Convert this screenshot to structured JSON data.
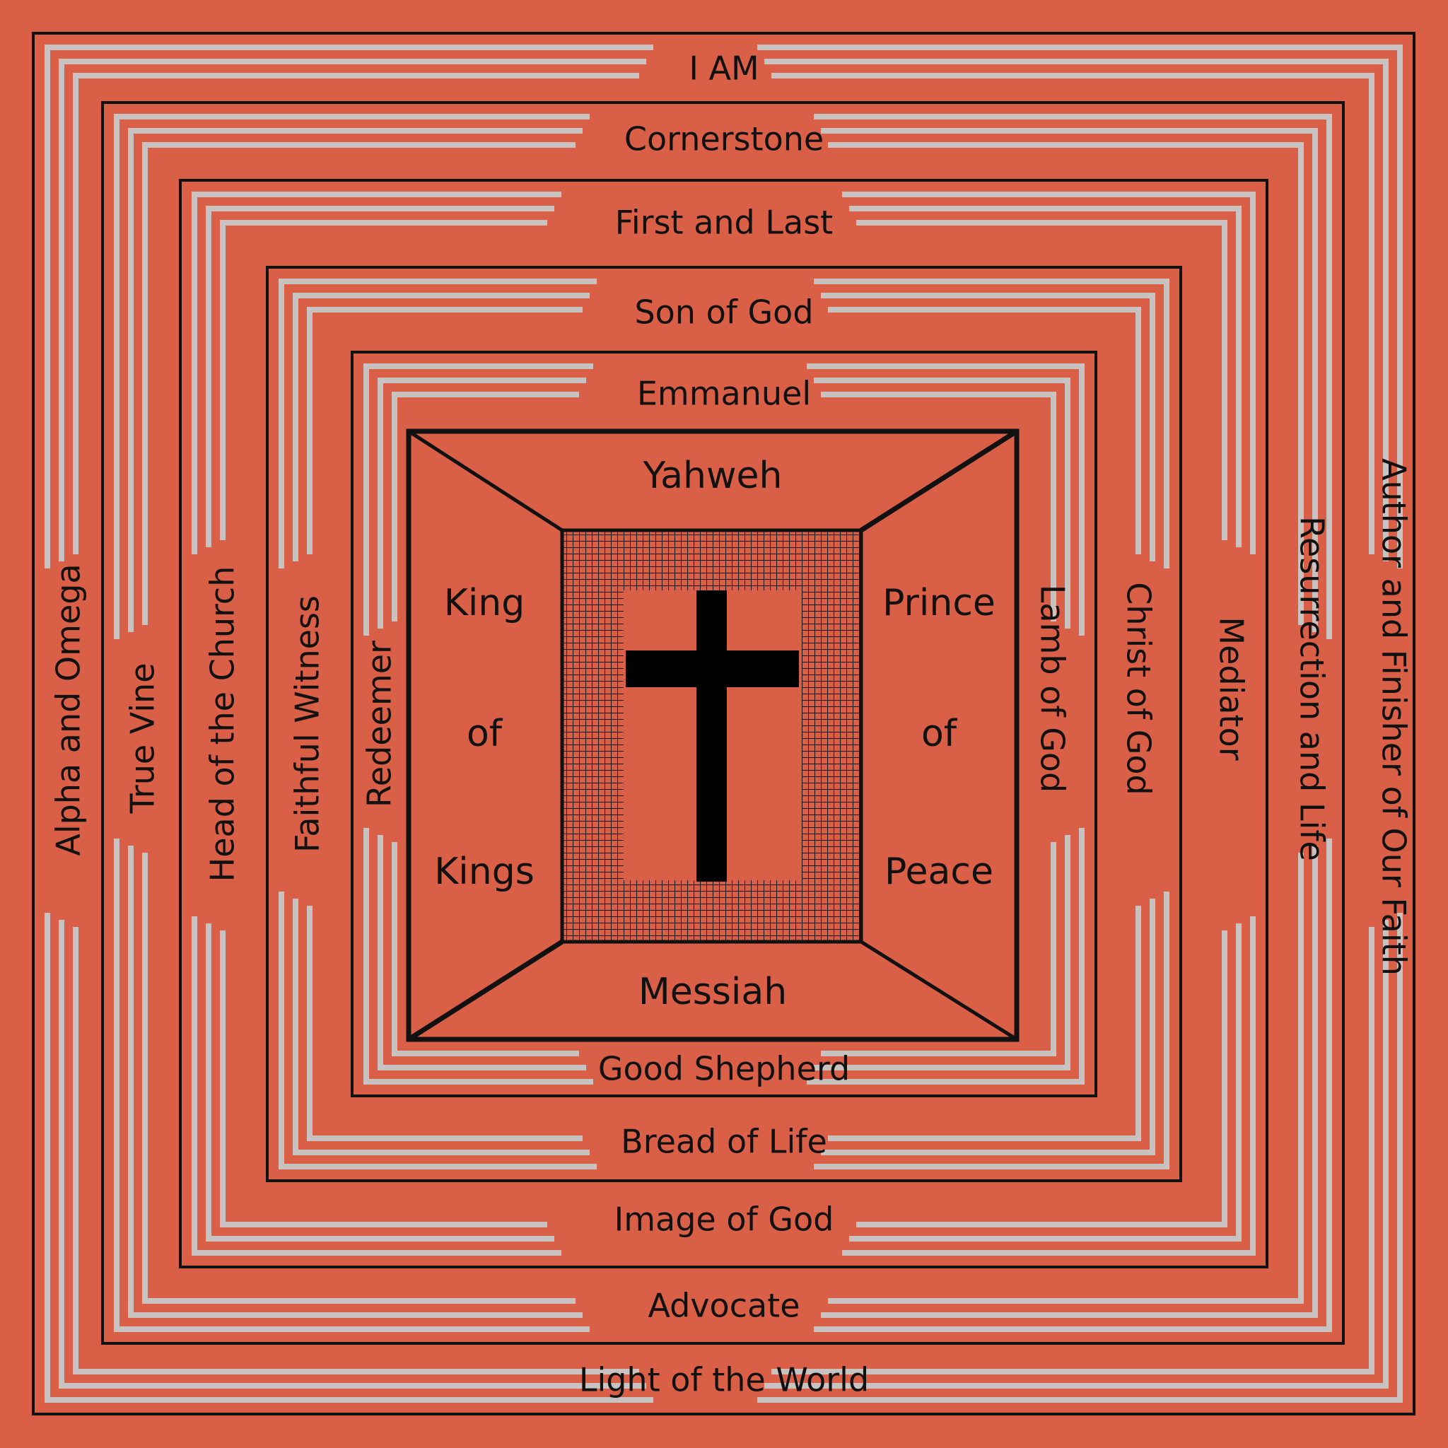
{
  "colors": {
    "background": "#d95f47",
    "stripe": "#c8c3c0",
    "line": "#111111",
    "cross": "#000000"
  },
  "rings": [
    {
      "top": "I AM",
      "bottom": "Light of the World",
      "left": "Alpha and Omega",
      "right": "Author and Finisher of Our Faith"
    },
    {
      "top": "Cornerstone",
      "bottom": "Advocate",
      "left": "True Vine",
      "right": "Resurrection and Life"
    },
    {
      "top": "First and Last",
      "bottom": "Image of God",
      "left": "Head of the Church",
      "right": "Mediator"
    },
    {
      "top": "Son of God",
      "bottom": "Bread of Life",
      "left": "Faithful Witness",
      "right": "Christ of God"
    },
    {
      "top": "Emmanuel",
      "bottom": "Good Shepherd",
      "left": "Redeemer",
      "right": "Lamb of God"
    }
  ],
  "center": {
    "top": "Yahweh",
    "bottom": "Messiah",
    "left": [
      "King",
      "of",
      "Kings"
    ],
    "right": [
      "Prince",
      "of",
      "Peace"
    ]
  },
  "icons": {
    "cross": "cross-icon"
  }
}
